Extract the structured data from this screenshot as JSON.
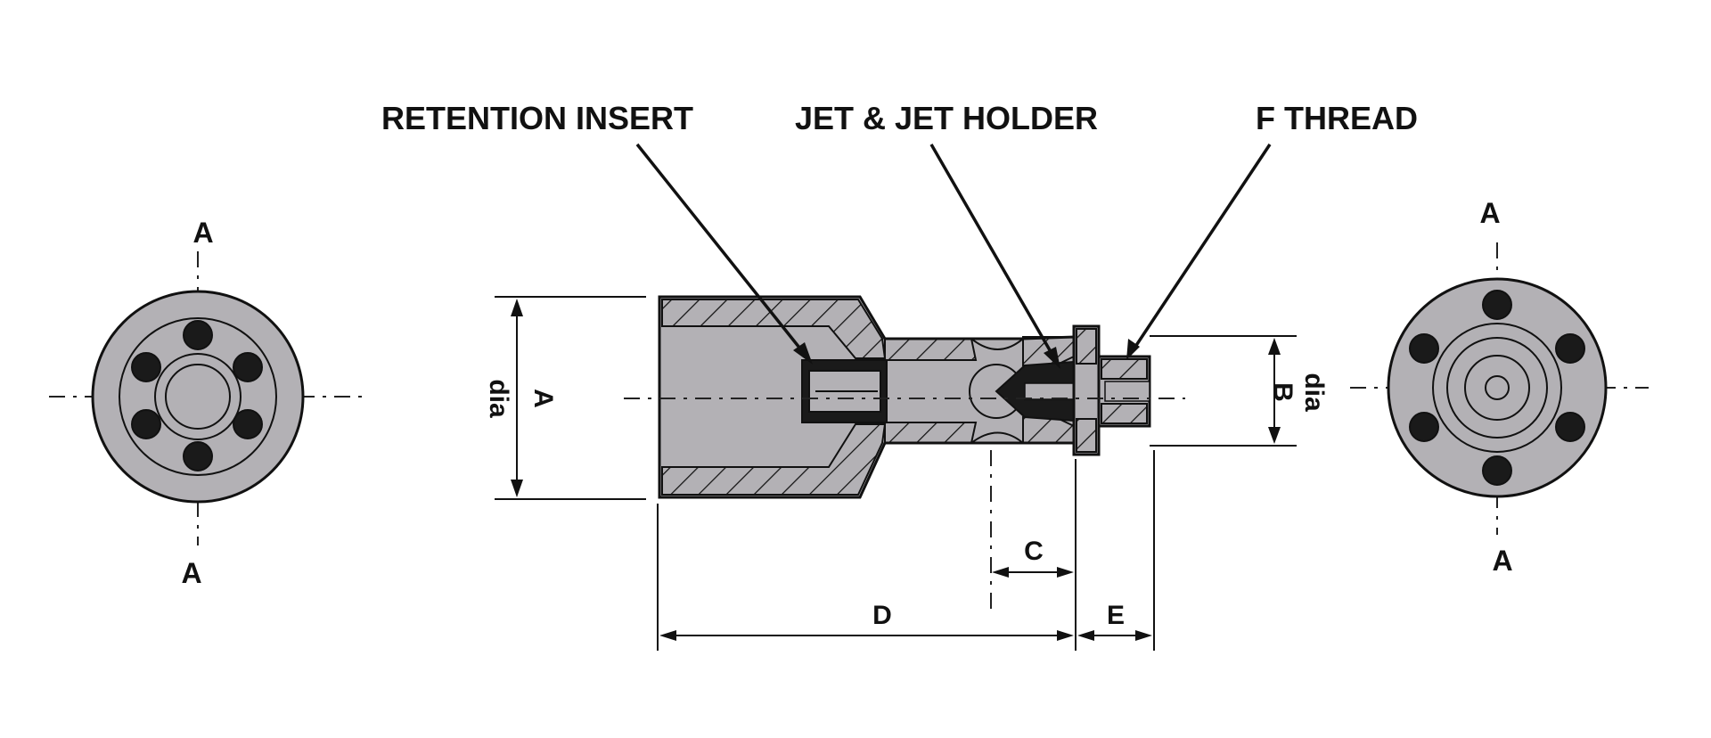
{
  "colors": {
    "body_fill": "#b3b1b5",
    "ink": "#111111",
    "dark_fill": "#1a1a1a",
    "background": "#ffffff"
  },
  "callouts": {
    "retention_insert": "RETENTION INSERT",
    "jet_holder": "JET & JET HOLDER",
    "f_thread": "F THREAD"
  },
  "dimensions": {
    "a_letter": "A",
    "a_unit": "dia",
    "b_letter": "B",
    "b_unit": "dia",
    "c": "C",
    "d": "D",
    "e": "E"
  },
  "section_marks": {
    "left_top": "A",
    "left_bottom": "A",
    "right_top": "A",
    "right_bottom": "A"
  }
}
